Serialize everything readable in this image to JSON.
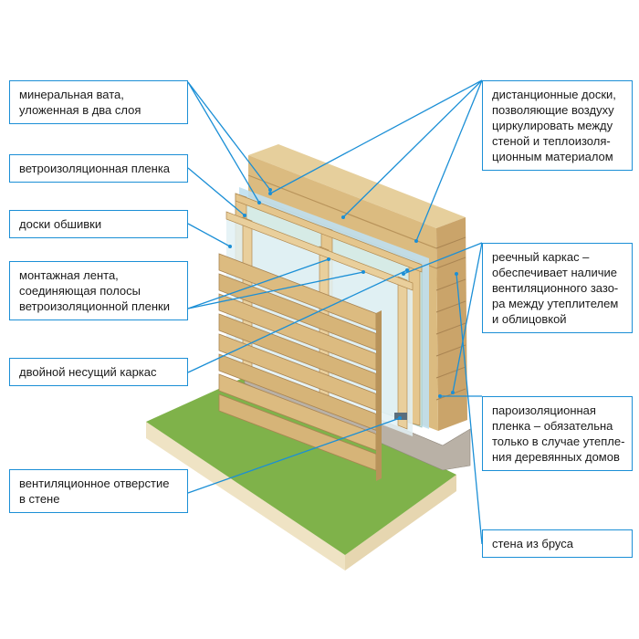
{
  "diagram": {
    "colors": {
      "accent": "#1b8fd6",
      "wood": "#d8b87c",
      "wood_dark": "#b8935a",
      "ground": "#7fb24a",
      "insulation": "#cfe6e8",
      "foundation": "#b9b1a6"
    },
    "labels": {
      "mineral_wool": [
        "минеральная вата,",
        "уложенная в два слоя"
      ],
      "wind_film": [
        "ветроизоляционная пленка"
      ],
      "cladding_boards": [
        "доски обшивки"
      ],
      "mounting_tape": [
        "монтажная лента,",
        "соединяющая полосы",
        "ветроизоляционной пленки"
      ],
      "double_frame": [
        "двойной несущий каркас"
      ],
      "vent_hole": [
        "вентиляционное отверстие",
        "в стене"
      ],
      "spacer_boards": [
        "дистанционные доски,",
        "позволяющие воздуху",
        "циркулировать между",
        "стеной и теплоизоля-",
        "ционным материалом"
      ],
      "lath_frame": [
        "реечный каркас –",
        "обеспечивает наличие",
        "вентиляционного зазо-",
        "ра между утеплителем",
        "и облицовкой"
      ],
      "vapor_film": [
        "пароизоляционная",
        "пленка – обязательна",
        "только в случае утепле-",
        "ния деревянных домов"
      ],
      "timber_wall": [
        "стена из бруса"
      ]
    }
  }
}
